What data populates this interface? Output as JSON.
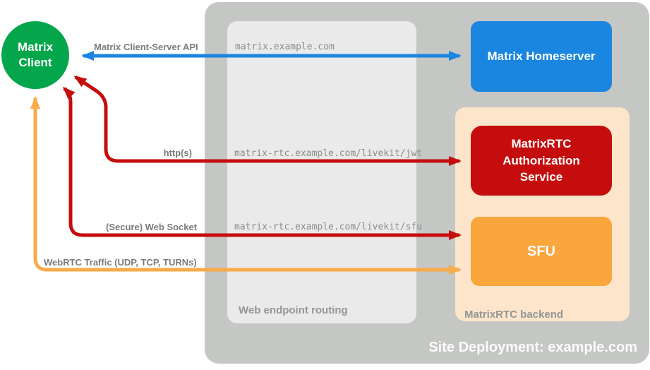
{
  "client": {
    "label": "Matrix\nClient",
    "color": "#04a64b"
  },
  "deployment": {
    "label": "Site Deployment: example.com",
    "bg": "#c5c7c5"
  },
  "routing": {
    "label": "Web endpoint routing",
    "bg": "#e9eae9",
    "endpoints": [
      "matrix.example.com",
      "matrix-rtc.example.com/livekit/jwt",
      "matrix-rtc.example.com/livekit/sfu"
    ]
  },
  "backend": {
    "label": "MatrixRTC backend",
    "bg": "#fce5ca"
  },
  "nodes": {
    "homeserver": {
      "label": "Matrix Homeserver",
      "color": "#1a86e0"
    },
    "auth": {
      "label": "MatrixRTC\nAuthorization\nService",
      "color": "#c50d0d"
    },
    "sfu": {
      "label": "SFU",
      "color": "#f9a63d"
    }
  },
  "connections": [
    {
      "label": "Matrix Client-Server API",
      "from": "Matrix Client",
      "to": "Matrix Homeserver",
      "endpoint": "matrix.example.com",
      "color": "#1a86e0",
      "bidirectional": true
    },
    {
      "label": "http(s)",
      "from": "Matrix Client",
      "to": "MatrixRTC Authorization Service",
      "endpoint": "matrix-rtc.example.com/livekit/jwt",
      "color": "#c50d0d",
      "bidirectional": true
    },
    {
      "label": "(Secure) Web Socket",
      "from": "Matrix Client",
      "to": "SFU",
      "endpoint": "matrix-rtc.example.com/livekit/sfu",
      "color": "#c50d0d",
      "bidirectional": true
    },
    {
      "label": "WebRTC Traffic (UDP, TCP, TURNs)",
      "from": "Matrix Client",
      "to": "SFU",
      "endpoint": "",
      "color": "#f8ab49",
      "bidirectional": true
    }
  ]
}
